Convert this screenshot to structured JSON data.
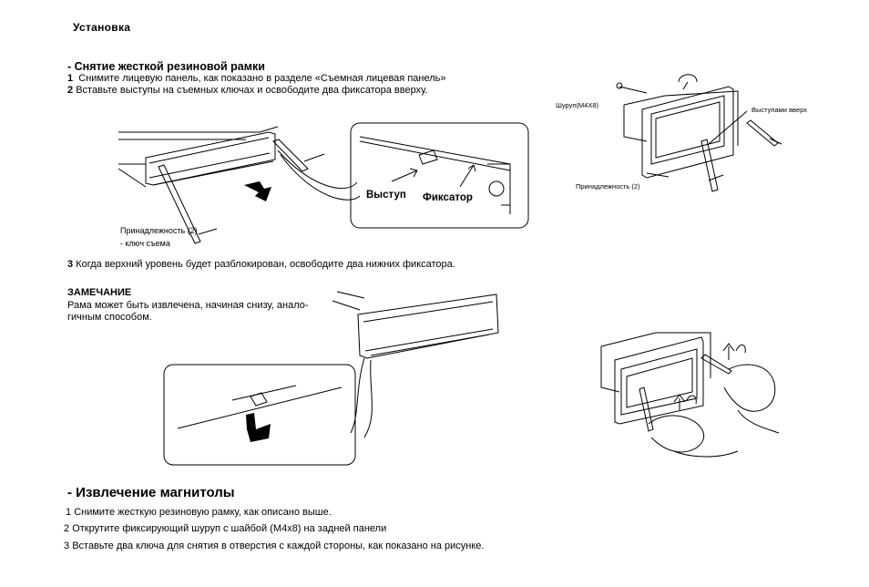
{
  "page": {
    "title": "Установка"
  },
  "section1": {
    "title": "- Снятие жесткой резиновой рамки",
    "steps": [
      {
        "num": "1",
        "text": "Снимите лицевую панель, как показано в разделе «Съемная лицевая панель»"
      },
      {
        "num": "2",
        "text": "Вставьте выступы на съемных ключах и освободите два фиксатора вверху."
      },
      {
        "num": "3",
        "text": "Когда верхний уровень будет разблокирован, освободите два нижних фиксатора."
      }
    ],
    "figure1": {
      "accessory_label": "Принадлежность (2)",
      "key_label": "-  ключ съема",
      "tab_label": "Выступ",
      "latch_label": "Фиксатор"
    }
  },
  "note": {
    "title": "ЗАМЕЧАНИЕ",
    "body": "Рама может быть извлечена, начиная снизу, анало-гичным  способом."
  },
  "right_figure": {
    "screw_label": "Шуруп(М4Х8)",
    "tabs_up_label": "Выступами вверх",
    "accessory_label": "Принадлежность (2)"
  },
  "section2": {
    "title": "- Извлечение   магнитолы",
    "steps": [
      {
        "num": "1",
        "text": "Снимите жесткую резиновую рамку, как описано выше."
      },
      {
        "num": "2",
        "text": "Открутите фиксирующий шуруп с шайбой (М4х8) на задней панели"
      },
      {
        "num": "3",
        "text": "Вставьте два ключа для снятия в отверстия с каждой стороны, как показано на рисунке."
      }
    ]
  }
}
